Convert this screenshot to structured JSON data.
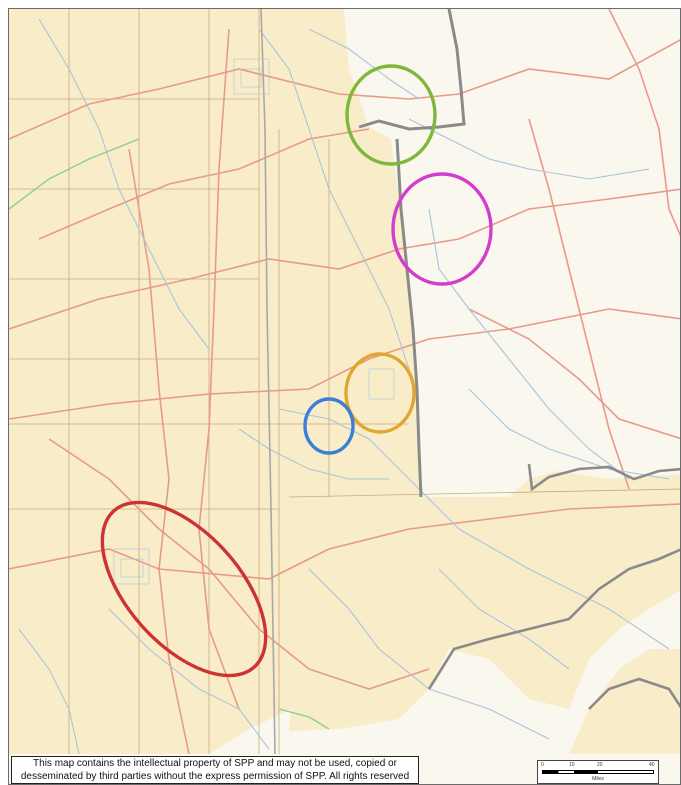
{
  "map": {
    "colors": {
      "service_area_fill": "#f8edc8",
      "outside_area_fill": "#faf7ee",
      "boundary_gray": "#8a8a8a",
      "boundary_state": "#a8a8a8",
      "county_line": "#c8ab7e",
      "transmission_high": "#e89a8a",
      "transmission_low": "#a8c4dc",
      "green_line": "#8ccf8c"
    },
    "highlight_areas": [
      {
        "name": "green-area",
        "color": "#7db83a"
      },
      {
        "name": "magenta-area",
        "color": "#d43cd0"
      },
      {
        "name": "orange-area",
        "color": "#e0a630"
      },
      {
        "name": "blue-area",
        "color": "#3a7fd6"
      },
      {
        "name": "red-area",
        "color": "#cc3333"
      }
    ]
  },
  "notice": {
    "line1": "This map contains the intellectual property of SPP and may not be used, copied or",
    "line2": "dessеminated by third parties without the express permission of SPP.  All rights reserved"
  },
  "scalebar": {
    "ticks": [
      "0",
      "10",
      "20",
      "40"
    ],
    "units": "Miles"
  }
}
